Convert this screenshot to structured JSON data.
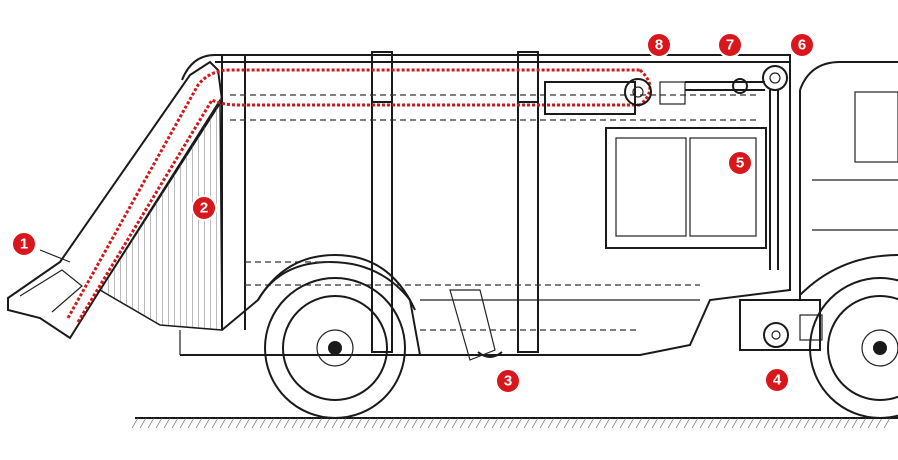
{
  "callouts": [
    {
      "id": "callout-1",
      "label": "1"
    },
    {
      "id": "callout-2",
      "label": "2"
    },
    {
      "id": "callout-3",
      "label": "3"
    },
    {
      "id": "callout-4",
      "label": "4"
    },
    {
      "id": "callout-5",
      "label": "5"
    },
    {
      "id": "callout-6",
      "label": "6"
    },
    {
      "id": "callout-7",
      "label": "7"
    },
    {
      "id": "callout-8",
      "label": "8"
    }
  ],
  "colors": {
    "marker": "#d8171c",
    "chain": "#d01818",
    "line": "#1a1a1a"
  }
}
